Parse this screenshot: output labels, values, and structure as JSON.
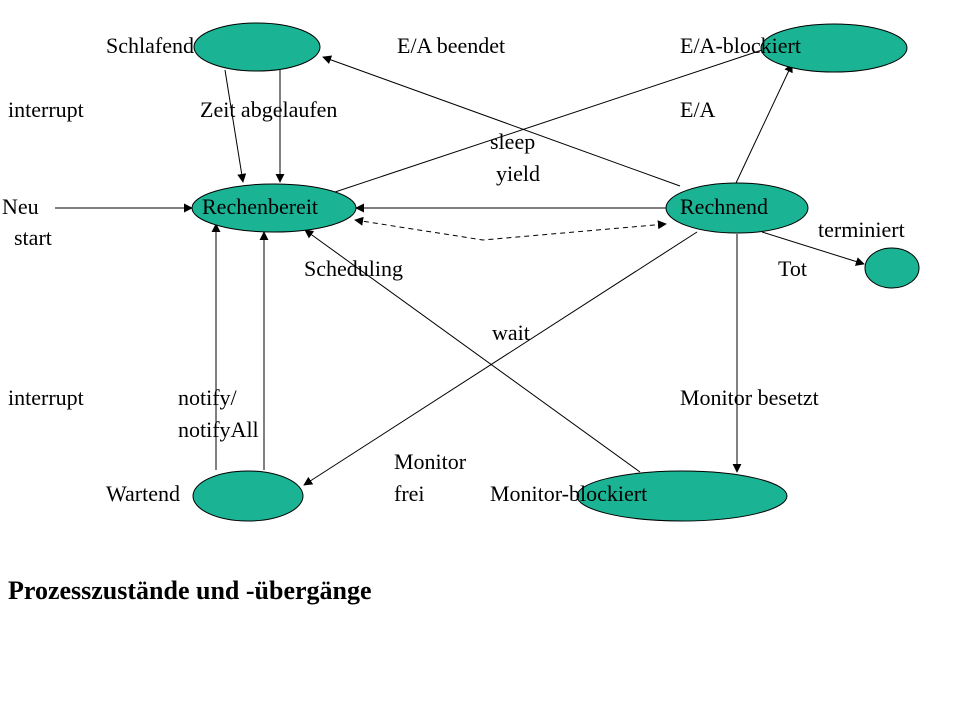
{
  "colors": {
    "node_fill": "#1ab394",
    "stroke": "#000000",
    "background": "#ffffff"
  },
  "title": "Prozesszustände und -übergänge",
  "states": {
    "schlafend": "Schlafend",
    "ea_blockiert": "E/A-blockiert",
    "neu": "Neu",
    "rechenbereit": "Rechenbereit",
    "rechnend": "Rechnend",
    "tot": "Tot",
    "wartend": "Wartend",
    "monitor_blockiert": "Monitor-blockiert"
  },
  "transitions": {
    "ea_beendet": "E/A beendet",
    "interrupt_top": "interrupt",
    "zeit_abgelaufen": "Zeit abgelaufen",
    "ea": "E/A",
    "sleep": "sleep",
    "yield": "yield",
    "start": "start",
    "terminiert": "terminiert",
    "scheduling": "Scheduling",
    "wait": "wait",
    "interrupt_bottom": "interrupt",
    "notify": "notify/",
    "notify_all": "notifyAll",
    "monitor_besetzt": "Monitor besetzt",
    "monitor": "Monitor",
    "frei": "frei"
  }
}
